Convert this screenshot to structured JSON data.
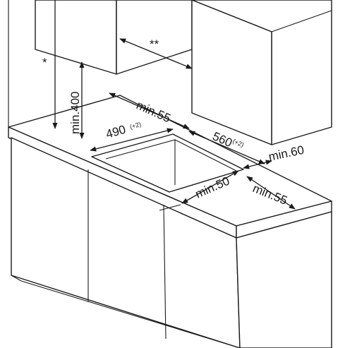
{
  "labels": {
    "wall_clearance_marker": "*",
    "cabinet_depth_marker": "**",
    "height_above_worktop": "min.400",
    "rear_clearance": "min.55",
    "cutout_width": "490",
    "cutout_width_tolerance": "(+2)",
    "cutout_depth": "560",
    "cutout_depth_tolerance": "(+2)",
    "side_clearance": "min.60",
    "front_clearance": "min.50",
    "right_clearance": "min.55"
  }
}
